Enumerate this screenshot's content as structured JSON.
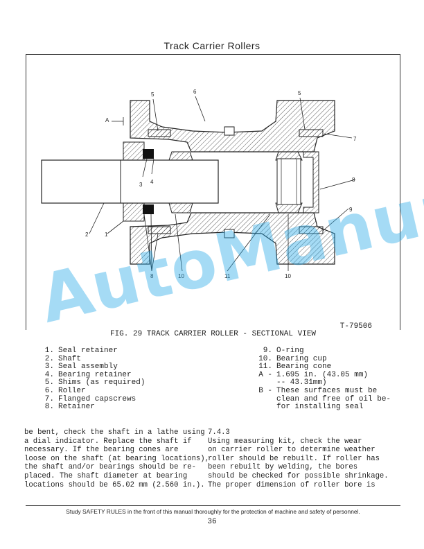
{
  "page_title": "Track Carrier Rollers",
  "figure": {
    "id": "T-79506",
    "caption": "FIG. 29 TRACK CARRIER ROLLER - SECTIONAL VIEW",
    "callouts": {
      "c1": "1",
      "c2": "2",
      "c3": "3",
      "c4": "4",
      "c5a": "5",
      "c5b": "5",
      "c6": "6",
      "c7": "7",
      "c8": "8",
      "c8b": "8",
      "c9": "9",
      "c10a": "10",
      "c10b": "10",
      "c11": "11",
      "cA": "A"
    }
  },
  "legend_left": [
    {
      "num": "1.",
      "text": "Seal retainer"
    },
    {
      "num": "2.",
      "text": "Shaft"
    },
    {
      "num": "3.",
      "text": "Seal assembly"
    },
    {
      "num": "4.",
      "text": "Bearing retainer"
    },
    {
      "num": "5.",
      "text": "Shims (as required)"
    },
    {
      "num": "6.",
      "text": "Roller"
    },
    {
      "num": "7.",
      "text": "Flanged capscrews"
    },
    {
      "num": "8.",
      "text": "Retainer"
    }
  ],
  "legend_right": [
    {
      "num": "9.",
      "text": "O-ring"
    },
    {
      "num": "10.",
      "text": "Bearing cup"
    },
    {
      "num": "11.",
      "text": "Bearing cone"
    },
    {
      "num": "A -",
      "text": "1.695 in. (43.05 mm)"
    },
    {
      "num": "",
      "text": "-- 43.31mm)"
    },
    {
      "num": "B -",
      "text": "These surfaces must be"
    },
    {
      "num": "",
      "text": "clean and free of oil be-"
    },
    {
      "num": "",
      "text": "for installing seal"
    }
  ],
  "body_left": "be bent, check the shaft in a lathe using\na dial indicator. Replace the shaft if\nnecessary. If the bearing cones are\nloose on the shaft (at bearing locations),\nthe shaft and/or bearings should be re-\nplaced. The shaft diameter at bearing\nlocations should be 65.02 mm (2.560 in.).",
  "body_right_heading": "7.4.3",
  "body_right": "Using measuring kit, check the wear\non carrier roller to determine weather\nroller should be rebuilt. If roller has\nbeen rebuilt by welding, the bores\nshould be checked for possible shrinkage.\nThe proper dimension of roller bore is",
  "footer": "Study SAFETY RULES in the front of this manual thoroughly for the protection of machine and safety of personnel.",
  "page_number": "36",
  "watermark": "AutoManual"
}
